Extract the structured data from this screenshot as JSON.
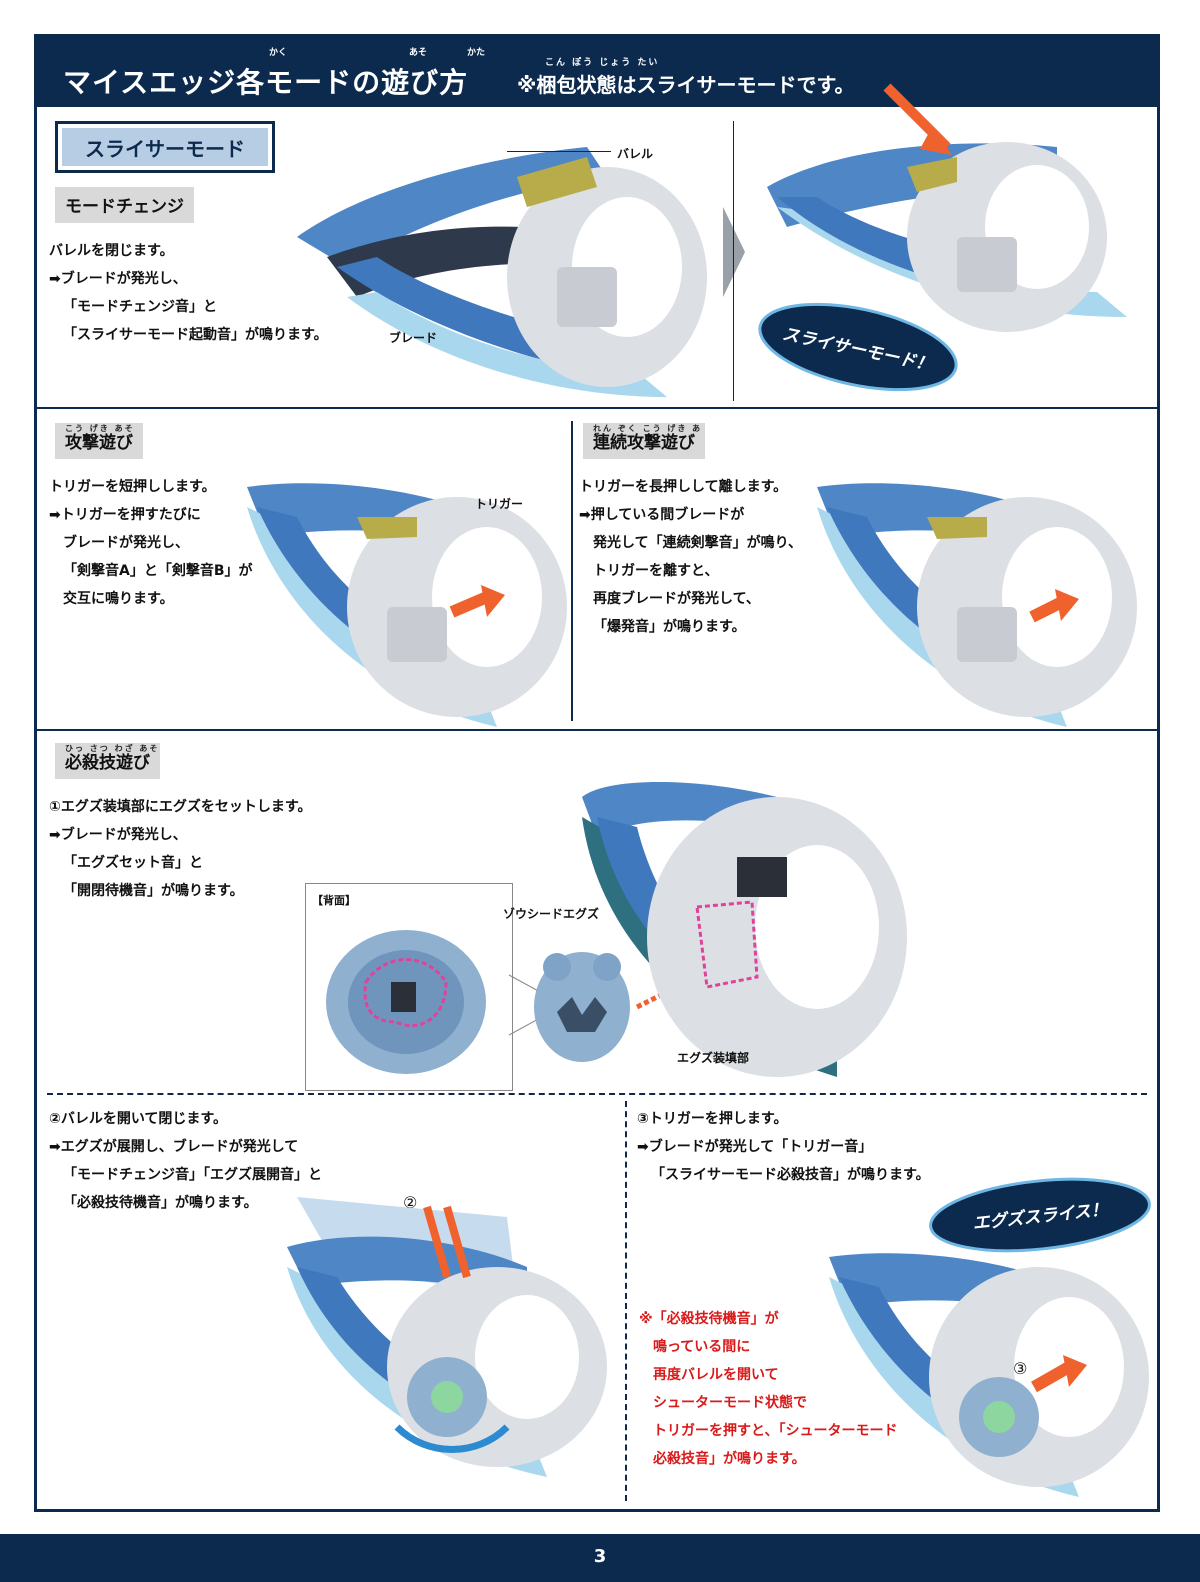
{
  "header": {
    "title": "マイスエッジ各モードの遊び方",
    "note": "※梱包状態はスライサーモードです。",
    "ruby_title": [
      "かく",
      "あそ",
      "かた"
    ],
    "ruby_note": "こん ぽう じょう たい"
  },
  "mode_title": "スライサーモード",
  "sections": {
    "mode_change": {
      "label": "モードチェンジ",
      "lines": [
        "バレルを閉じます。",
        "➡ブレードが発光し、",
        "「モードチェンジ音」と",
        "「スライサーモード起動音」が鳴ります。"
      ],
      "label_barrel": "バレル",
      "label_blade": "ブレード",
      "callout": "スライサーモード！"
    },
    "attack": {
      "label": "攻撃遊び",
      "ruby": "こう げき あそ",
      "lines": [
        "トリガーを短押しします。",
        "➡トリガーを押すたびに",
        "ブレードが発光し、",
        "「剣撃音A」と「剣撃音B」が",
        "交互に鳴ります。"
      ],
      "label_trigger": "トリガー"
    },
    "combo": {
      "label": "連続攻撃遊び",
      "ruby": "れん ぞく こう げき あそ",
      "lines": [
        "トリガーを長押しして離します。",
        "➡押している間ブレードが",
        "発光して「連続剣撃音」が鳴り、",
        "トリガーを離すと、",
        "再度ブレードが発光して、",
        "「爆発音」が鳴ります。"
      ]
    },
    "finisher": {
      "label": "必殺技遊び",
      "ruby": "ひっ さつ わざ あそ",
      "lines": [
        "①エグズ装填部にエグズをセットします。",
        "➡ブレードが発光し、",
        "「エグズセット音」と",
        "「開閉待機音」が鳴ります。"
      ],
      "label_back": "【背面】",
      "label_zoushi": "ゾウシードエグズ",
      "label_slot": "エグズ装填部",
      "step_mark": "①"
    },
    "step2": {
      "lines": [
        "②バレルを開いて閉じます。",
        "➡エグズが展開し、ブレードが発光して",
        "「モードチェンジ音」「エグズ展開音」と",
        "「必殺技待機音」が鳴ります。"
      ],
      "step_mark": "②"
    },
    "step3": {
      "lines": [
        "③トリガーを押します。",
        "➡ブレードが発光して「トリガー音」",
        "「スライサーモード必殺技音」が鳴ります。"
      ],
      "callout": "エグズスライス！",
      "step_mark": "③",
      "note_lines": [
        "※「必殺技待機音」が",
        "鳴っている間に",
        "再度バレルを開いて",
        "シューターモード状態で",
        "トリガーを押すと、「シューターモード",
        "必殺技音」が鳴ります。"
      ]
    }
  },
  "footer": {
    "page": "3"
  },
  "colors": {
    "navy": "#0c2a4e",
    "blue": "#4f86c6",
    "light_blue": "#a9d8ee",
    "grey": "#dcdfe4",
    "orange": "#f0622d",
    "red": "#d91a1a"
  }
}
